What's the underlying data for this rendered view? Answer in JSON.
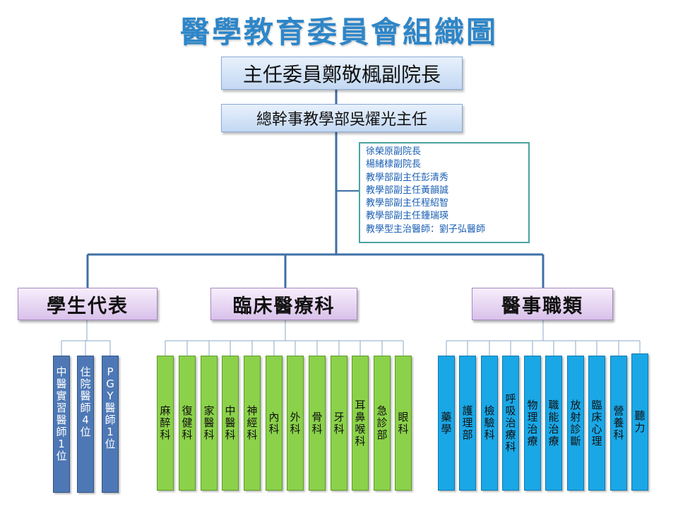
{
  "title": "醫學教育委員會組織圖",
  "chairman": "主任委員鄭敬楓副院長",
  "secretary": "總幹事教學部吳燿光主任",
  "members": [
    "徐榮原副院長",
    "楊緒棣副院長",
    "教學部副主任彭清秀",
    "教學部副主任黃韻誠",
    "教學部副主任程紹智",
    "教學部副主任鍾瑞瑛",
    "教學型主治醫師：劉子弘醫師"
  ],
  "categories": {
    "student": "學生代表",
    "clinical": "臨床醫療科",
    "medical": "醫事職類"
  },
  "student_units": [
    "中醫實習醫師1位",
    "住院醫師4位",
    "PGY醫師1位"
  ],
  "clinical_units": [
    "麻醉科",
    "復健科",
    "家醫科",
    "中醫科",
    "神經科",
    "內科",
    "外科",
    "骨科",
    "牙科",
    "耳鼻喉科",
    "急診部",
    "眼科"
  ],
  "medical_units": [
    "藥學",
    "護理部",
    "檢驗科",
    "呼吸治療科",
    "物理治療",
    "職能治療",
    "放射診斷",
    "臨床心理",
    "營養科",
    "聽力"
  ],
  "colors": {
    "title": "#2e86c8",
    "connector": "#3f6fa5",
    "student_fill": "#4e78b5",
    "clinical_fill": "#8bd14a",
    "medical_fill": "#1aa7e6"
  }
}
